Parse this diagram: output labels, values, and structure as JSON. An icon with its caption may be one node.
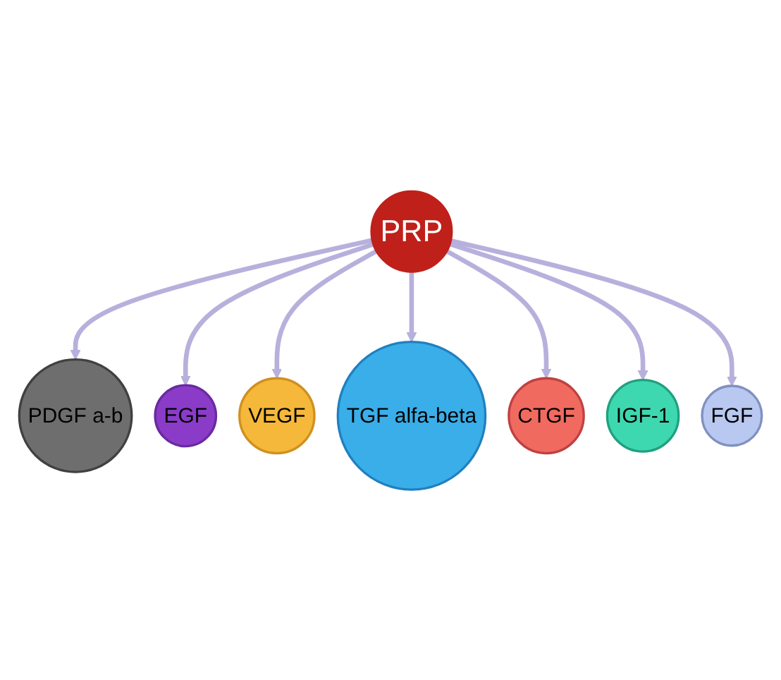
{
  "diagram": {
    "nodes": [
      {
        "text": [
          "PRP"
        ]
      },
      {
        "text": [
          "PDGF a-b"
        ]
      },
      {
        "text": [
          "EGF"
        ]
      },
      {
        "text": [
          "VEGF"
        ]
      },
      {
        "text": [
          "TGF alfa-beta"
        ]
      },
      {
        "text": [
          "CTGF"
        ]
      },
      {
        "text": [
          "IGF-1"
        ]
      },
      {
        "text": [
          "FGF"
        ]
      }
    ],
    "edges": [
      {
        "from": 0,
        "to": 1,
        "arrow": "to"
      },
      {
        "from": 0,
        "to": 2,
        "arrow": "to"
      },
      {
        "from": 0,
        "to": 3,
        "arrow": "to"
      },
      {
        "from": 0,
        "to": 4,
        "arrow": "to"
      },
      {
        "from": 0,
        "to": 5,
        "arrow": "to"
      },
      {
        "from": 0,
        "to": 6,
        "arrow": "to"
      },
      {
        "from": 0,
        "to": 7,
        "arrow": "to"
      }
    ]
  }
}
